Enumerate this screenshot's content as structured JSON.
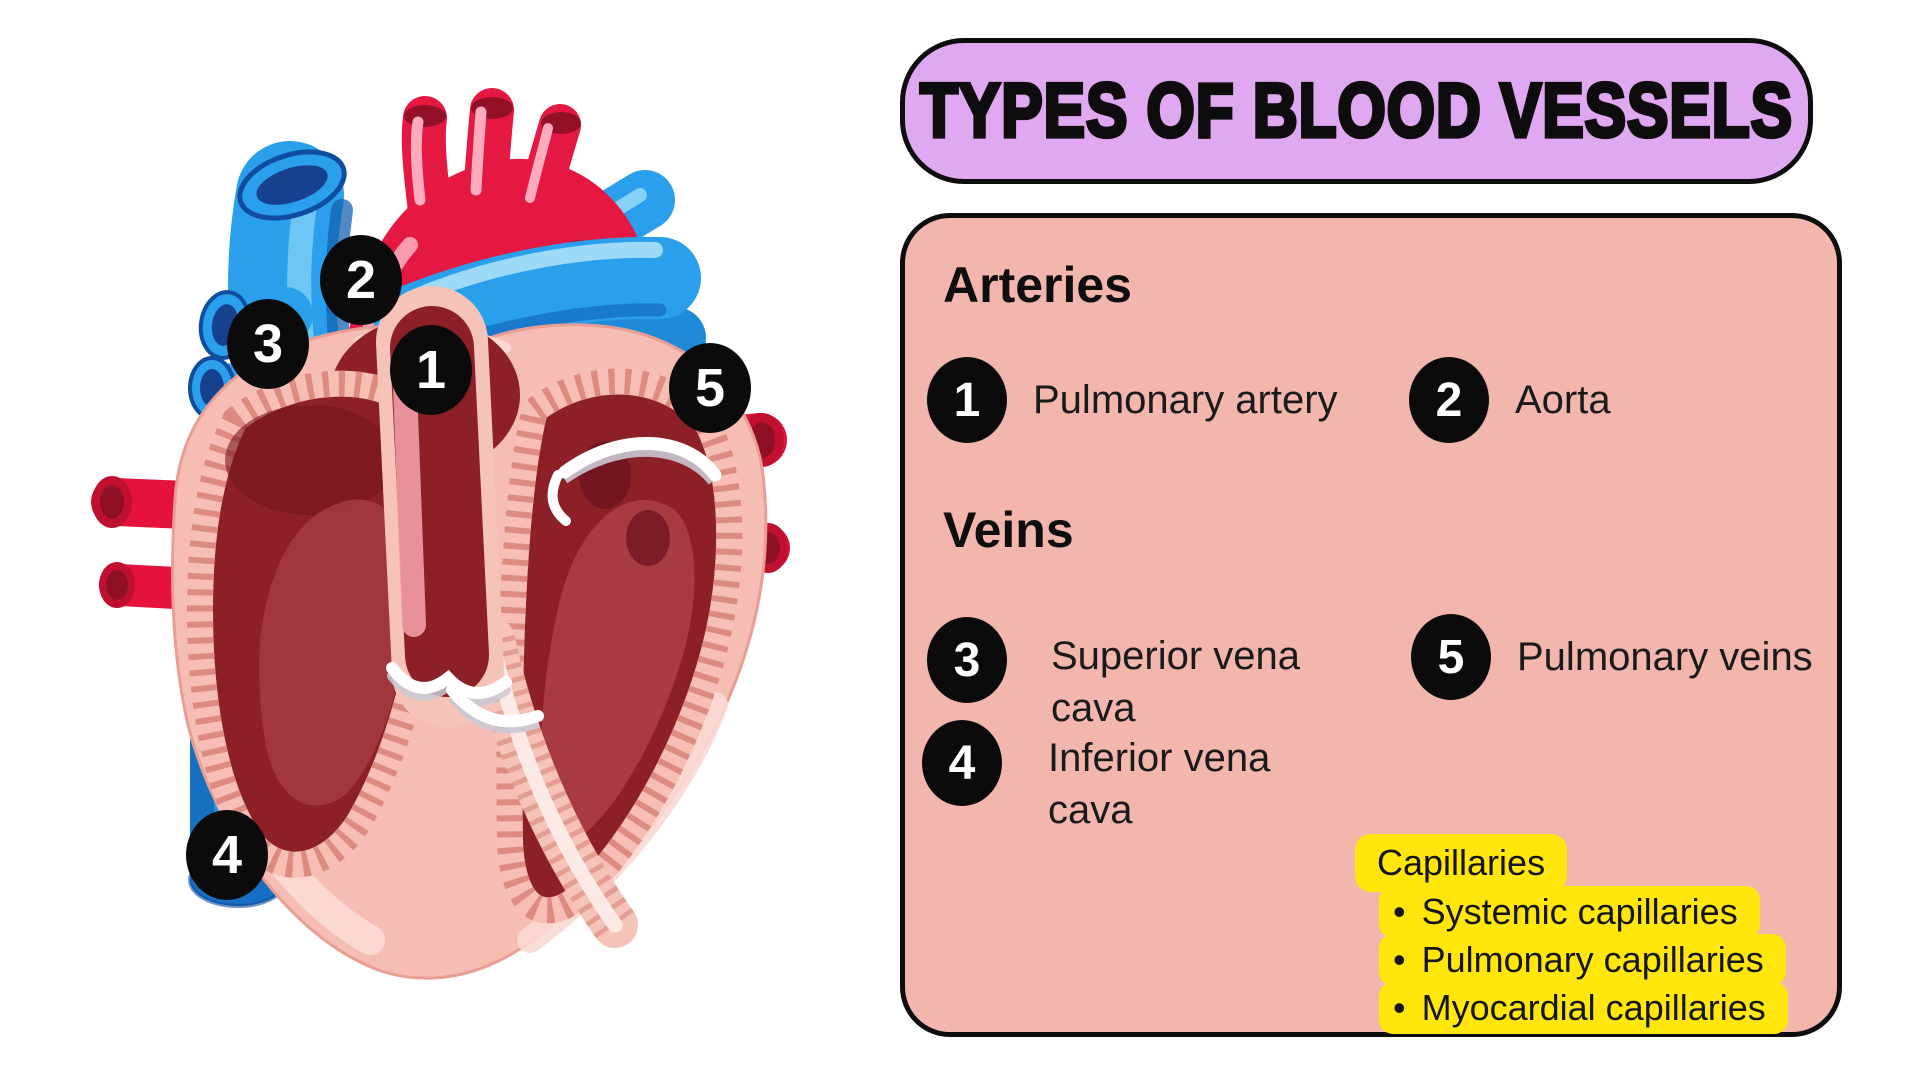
{
  "title": {
    "text": "TYPES OF BLOOD VESSELS"
  },
  "panel": {
    "arteries": {
      "heading": "Arteries",
      "items": [
        {
          "num": "1",
          "label": "Pulmonary artery"
        },
        {
          "num": "2",
          "label": "Aorta"
        }
      ]
    },
    "veins": {
      "heading": "Veins",
      "items": [
        {
          "num": "3",
          "label": "Superior vena cava"
        },
        {
          "num": "5",
          "label": "Pulmonary veins"
        },
        {
          "num": "4",
          "label": "Inferior vena cava"
        }
      ]
    },
    "capillaries": {
      "heading": "Capillaries",
      "bullet_char": "•",
      "bullets": [
        "Systemic capillaries",
        "Pulmonary capillaries",
        "Myocardial capillaries"
      ]
    }
  },
  "heart": {
    "badges": [
      {
        "num": "1"
      },
      {
        "num": "2"
      },
      {
        "num": "3"
      },
      {
        "num": "4"
      },
      {
        "num": "5"
      }
    ]
  },
  "colors": {
    "title_bg": "#e0a8f0",
    "panel_bg": "#f2b6ac",
    "highlight_yellow": "#ffe70e",
    "badge_black": "#0b0b0b",
    "ink": "#141414",
    "artery_red": "#e41840",
    "vein_blue": "#2aa0ec",
    "heart_wall_pink": "#f5bdb3",
    "chamber_dark_red": "#8c2026"
  }
}
